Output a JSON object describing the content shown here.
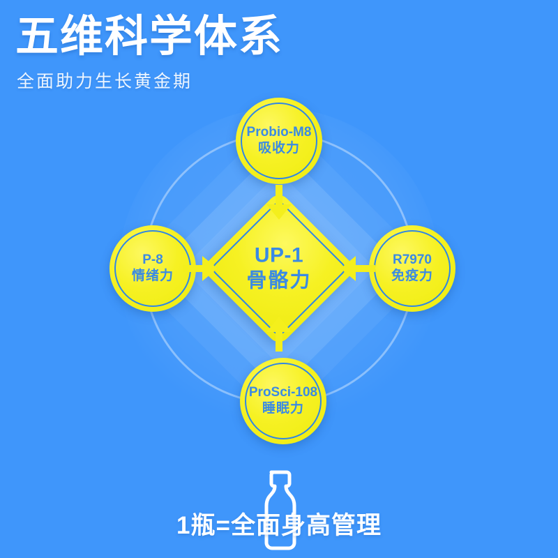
{
  "header": {
    "title": "五维科学体系",
    "subtitle": "全面助力生长黄金期"
  },
  "diagram": {
    "center": {
      "code": "UP-1",
      "cn": "骨骼力"
    },
    "nodes": [
      {
        "position": "top",
        "code": "Probio-M8",
        "cn": "吸收力"
      },
      {
        "position": "left",
        "code": "P-8",
        "cn": "情绪力"
      },
      {
        "position": "right",
        "code": "R7970",
        "cn": "免疫力"
      },
      {
        "position": "bottom",
        "code": "ProSci-108",
        "cn": "睡眠力"
      }
    ],
    "arrows": {
      "top": "arrow-down-icon",
      "bottom": "arrow-up-icon",
      "left": "arrow-right-icon",
      "right": "arrow-left-icon"
    }
  },
  "footer": {
    "bottle_icon": "bottle-icon",
    "text": "1瓶=全面身高管理"
  },
  "colors": {
    "background_blue": "#3f96fb",
    "accent_yellow": "#f4ef1c",
    "text_blue": "#3a8ae4",
    "white": "#ffffff",
    "ring_blue": "#2f86e6"
  }
}
